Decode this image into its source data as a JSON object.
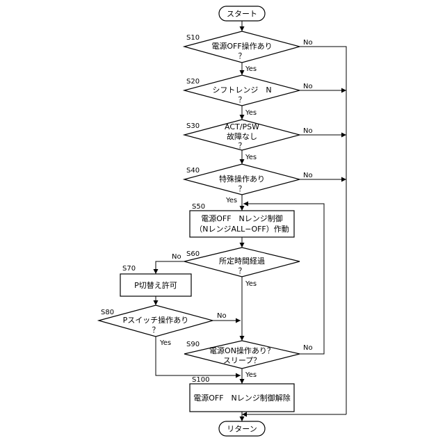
{
  "nodes": {
    "start": {
      "label": "スタート"
    },
    "s10": {
      "step": "S10",
      "lines": [
        "電源OFF操作あり",
        "？"
      ]
    },
    "s20": {
      "step": "S20",
      "lines": [
        "シフトレンジ　N",
        "？"
      ]
    },
    "s30": {
      "step": "S30",
      "lines": [
        "ACT/PSW",
        "故障なし",
        "？"
      ]
    },
    "s40": {
      "step": "S40",
      "lines": [
        "特殊操作あり",
        "？"
      ]
    },
    "s50": {
      "step": "S50",
      "lines": [
        "電源OFF　Nレンジ制御",
        "（NレンジALL−OFF）作動"
      ]
    },
    "s60": {
      "step": "S60",
      "lines": [
        "所定時間経過",
        "？"
      ]
    },
    "s70": {
      "step": "S70",
      "lines": [
        "P切替え許可"
      ]
    },
    "s80": {
      "step": "S80",
      "lines": [
        "Pスイッチ操作あり",
        "？"
      ]
    },
    "s90": {
      "step": "S90",
      "lines": [
        "電源ON操作あり？",
        "スリープ？"
      ]
    },
    "s100": {
      "step": "S100",
      "lines": [
        "電源OFF　Nレンジ制御解除"
      ]
    },
    "end": {
      "label": "リターン"
    }
  },
  "edges": {
    "s10_yes": "Yes",
    "s10_no": "No",
    "s20_yes": "Yes",
    "s20_no": "No",
    "s30_yes": "Yes",
    "s30_no": "No",
    "s40_yes": "Yes",
    "s40_no": "No",
    "s60_yes": "Yes",
    "s60_no": "No",
    "s80_yes": "Yes",
    "s80_no": "No",
    "s90_yes": "Yes",
    "s90_no": "No"
  }
}
